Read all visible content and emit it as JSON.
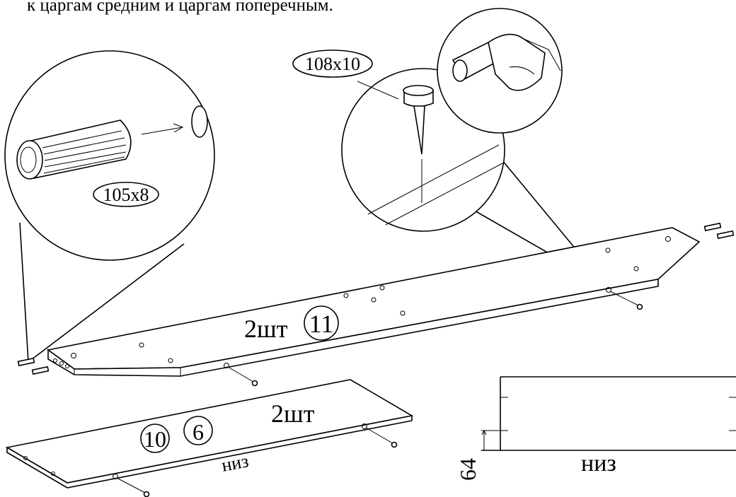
{
  "caption": "к царгам средним и царгам поперечным.",
  "labels": {
    "dowel": "105х8",
    "nail": "108х10",
    "part11_qty": "2шт",
    "part11_num": "11",
    "part10_qty": "2шт",
    "part10_num": "10",
    "part6_num": "6",
    "bottom_left": "низ",
    "bottom_right": "низ",
    "dimension": "64"
  },
  "icons": [
    "dowel-icon",
    "nail-icon",
    "hammer-hand-icon",
    "arrow-icon"
  ]
}
